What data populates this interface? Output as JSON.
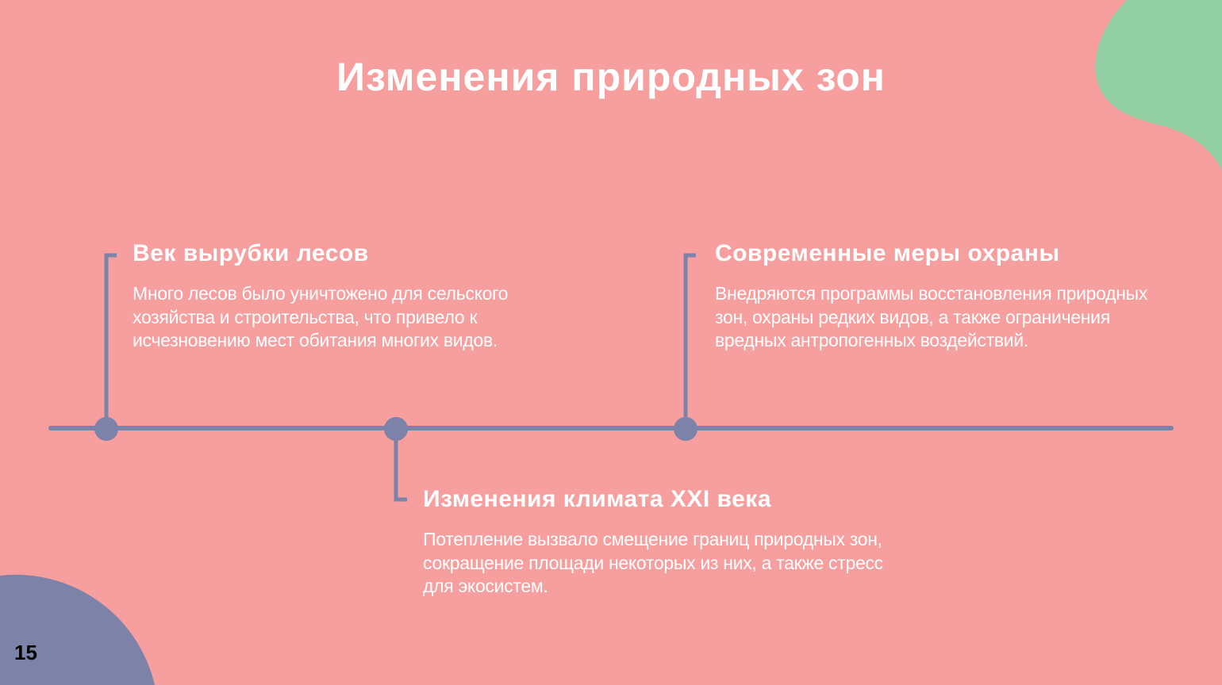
{
  "slide": {
    "title": "Изменения природных зон",
    "page_number": "15"
  },
  "events": [
    {
      "heading": "Век вырубки лесов",
      "text": "Много лесов было уничтожено для сельского хозяйства и строительства, что привело к исчезновению мест обитания многих видов."
    },
    {
      "heading": "Изменения климата XXI века",
      "text": "Потепление вызвало смещение границ природных зон, сокращение площади некоторых из них, а также стресс для экосистем."
    },
    {
      "heading": "Современные меры охраны",
      "text": "Внедряются программы восстановления природных зон, охраны редких видов, а также ограничения вредных антропогенных воздействий."
    }
  ],
  "colors": {
    "background": "#F79E9F",
    "accent_green": "#93D1A5",
    "accent_blue": "#7D83A8",
    "text": "#FFFFFF"
  }
}
